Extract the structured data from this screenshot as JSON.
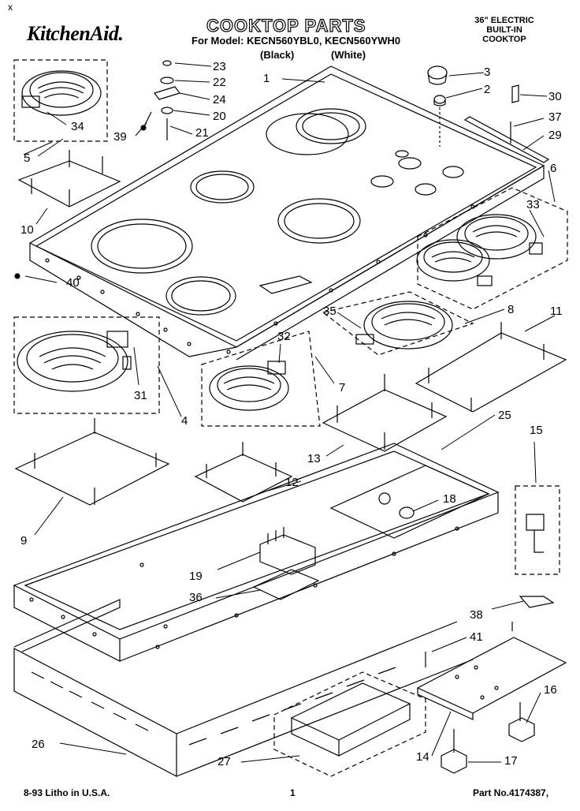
{
  "header": {
    "corner_mark": "x",
    "brand": "KitchenAid.",
    "title": "COOKTOP PARTS",
    "model_prefix": "For Model:",
    "models": "KECN560YBL0, KECN560YWH0",
    "color_black": "(Black)",
    "color_white": "(White)",
    "desc_line1": "36\" ELECTRIC",
    "desc_line2": "BUILT-IN",
    "desc_line3": "COOKTOP"
  },
  "callouts": [
    {
      "id": "23",
      "label": "23"
    },
    {
      "id": "22",
      "label": "22"
    },
    {
      "id": "24",
      "label": "24"
    },
    {
      "id": "20",
      "label": "20"
    },
    {
      "id": "21",
      "label": "21"
    },
    {
      "id": "39",
      "label": "39"
    },
    {
      "id": "34",
      "label": "34"
    },
    {
      "id": "1",
      "label": "1"
    },
    {
      "id": "3",
      "label": "3"
    },
    {
      "id": "2",
      "label": "2"
    },
    {
      "id": "30",
      "label": "30"
    },
    {
      "id": "37",
      "label": "37"
    },
    {
      "id": "29",
      "label": "29"
    },
    {
      "id": "5",
      "label": "5"
    },
    {
      "id": "6",
      "label": "6"
    },
    {
      "id": "10",
      "label": "10"
    },
    {
      "id": "33",
      "label": "33"
    },
    {
      "id": "40",
      "label": "40"
    },
    {
      "id": "35",
      "label": "35"
    },
    {
      "id": "8",
      "label": "8"
    },
    {
      "id": "11",
      "label": "11"
    },
    {
      "id": "32",
      "label": "32"
    },
    {
      "id": "31",
      "label": "31"
    },
    {
      "id": "7",
      "label": "7"
    },
    {
      "id": "4",
      "label": "4"
    },
    {
      "id": "25",
      "label": "25"
    },
    {
      "id": "15",
      "label": "15"
    },
    {
      "id": "13",
      "label": "13"
    },
    {
      "id": "12",
      "label": "12"
    },
    {
      "id": "9",
      "label": "9"
    },
    {
      "id": "18",
      "label": "18"
    },
    {
      "id": "19",
      "label": "19"
    },
    {
      "id": "36",
      "label": "36"
    },
    {
      "id": "38",
      "label": "38"
    },
    {
      "id": "41",
      "label": "41"
    },
    {
      "id": "16",
      "label": "16"
    },
    {
      "id": "26",
      "label": "26"
    },
    {
      "id": "27",
      "label": "27"
    },
    {
      "id": "14",
      "label": "14"
    },
    {
      "id": "17",
      "label": "17"
    }
  ],
  "footer": {
    "litho": "8-93 Litho in U.S.A.",
    "page": "1",
    "part_no": "Part No.4174387,"
  }
}
